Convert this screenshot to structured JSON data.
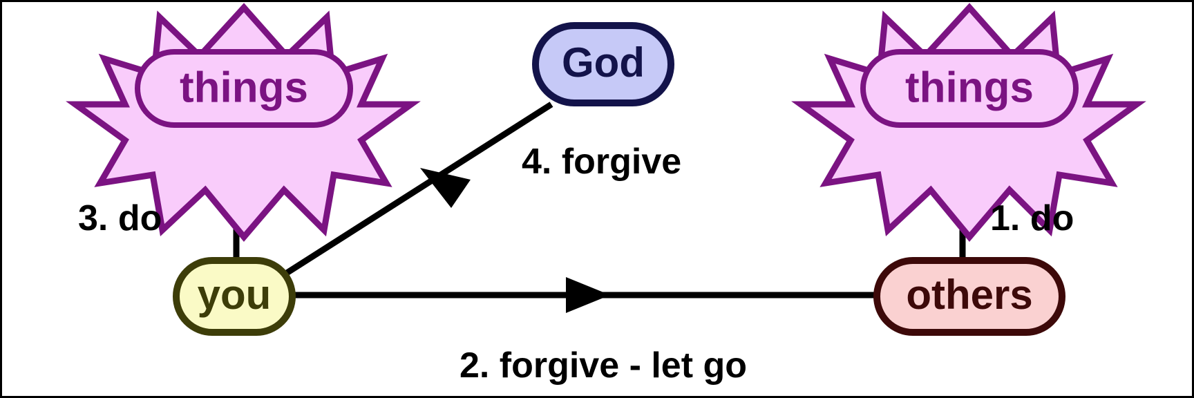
{
  "diagram": {
    "title": "Forgiveness cycle diagram",
    "background_color": "#ffffff",
    "border_color": "#000000",
    "nodes": [
      {
        "id": "things-left",
        "label": "things",
        "shape": "starburst-with-rounded-rect",
        "fill": "#f9ccfb",
        "stroke": "#7b1382",
        "text_color": "#7b1382"
      },
      {
        "id": "god",
        "label": "God",
        "shape": "rounded-rect",
        "fill": "#c6c9f7",
        "stroke": "#13134a",
        "text_color": "#13134a"
      },
      {
        "id": "things-right",
        "label": "things",
        "shape": "starburst-with-rounded-rect",
        "fill": "#f9ccfb",
        "stroke": "#7b1382",
        "text_color": "#7b1382"
      },
      {
        "id": "you",
        "label": "you",
        "shape": "rounded-rect",
        "fill": "#fafac6",
        "stroke": "#3d3d09",
        "text_color": "#3d3d09"
      },
      {
        "id": "others",
        "label": "others",
        "shape": "rounded-rect",
        "fill": "#fad1d1",
        "stroke": "#3d0909",
        "text_color": "#3d0909"
      }
    ],
    "edges": [
      {
        "id": "edge-1",
        "label": "1. do",
        "from": "others",
        "to": "things-right",
        "direction": "up",
        "color": "#000000"
      },
      {
        "id": "edge-2",
        "label": "2. forgive - let go",
        "from": "you",
        "to": "others",
        "direction": "right",
        "color": "#000000"
      },
      {
        "id": "edge-3",
        "label": "3. do",
        "from": "you",
        "to": "things-left",
        "direction": "up",
        "color": "#000000"
      },
      {
        "id": "edge-4",
        "label": "4. forgive",
        "from": "god",
        "to": "you",
        "direction": "down-left",
        "color": "#000000"
      }
    ]
  }
}
